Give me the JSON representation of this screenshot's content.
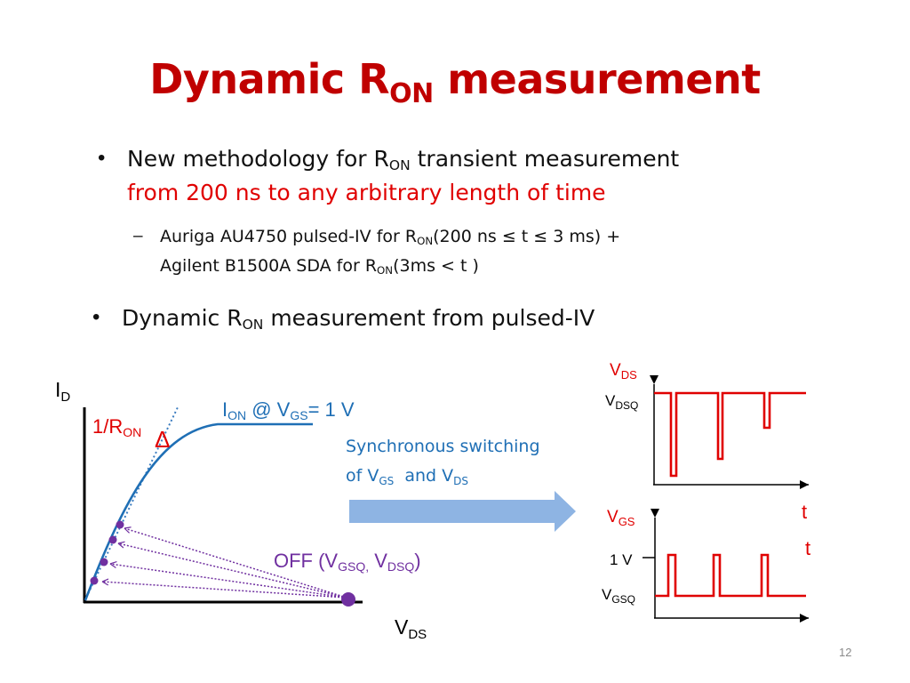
{
  "title": {
    "text": "Dynamic R",
    "sub": "ON",
    "tail": " measurement"
  },
  "bullets": [
    {
      "bullet_char": "•",
      "line1": {
        "pre": "New methodology for R",
        "sub": "ON",
        "post": " transient measurement"
      },
      "line2_red": "from 200 ns to any arbitrary length of time",
      "sub_bullets": [
        {
          "dash_char": "–",
          "line1": {
            "pre": "Auriga AU4750 pulsed-IV for R",
            "sub": "ON",
            "post": "(200 ns ≤ t ≤ 3 ms) +"
          },
          "line2": {
            "pre": "Agilent B1500A SDA for R",
            "sub": "ON",
            "post": "(3ms < t )"
          }
        }
      ]
    },
    {
      "bullet_char": "•",
      "line1": {
        "pre": "Dynamic R",
        "sub": "ON",
        "post": " measurement from pulsed-IV"
      }
    }
  ],
  "iv_plot": {
    "y_axis": {
      "main": "I",
      "sub": "D"
    },
    "x_axis": {
      "main": "V",
      "sub": "DS"
    },
    "curve_label": {
      "i": "I",
      "i_sub": "ON",
      "mid": " @ V",
      "v_sub": "GS",
      "tail": "= 1 V"
    },
    "slope_label": {
      "pre": "1/R",
      "sub": "ON"
    },
    "delta_symbol": "Δ",
    "off_label": {
      "pre": "OFF (V",
      "sub1": "GSQ,",
      "mid": " V",
      "sub2": "DSQ",
      "tail": ")"
    },
    "colors": {
      "curve": "#1f6fb5",
      "slope_line": "#3c7dc0",
      "points": "#7030a0",
      "off_text": "#7030a0",
      "label_red": "#e00000",
      "label_blue": "#1f6fb5"
    }
  },
  "arrow_label": {
    "line1": "Synchronous switching",
    "line2_pre": "of V",
    "line2_sub1": "GS",
    "line2_mid": "  and V",
    "line2_sub2": "DS"
  },
  "arrow_color": "#8eb4e3",
  "vds_plot": {
    "label": {
      "main": "V",
      "sub": "DS"
    },
    "level_label": {
      "main": "V",
      "sub": "DSQ"
    },
    "t_label": "t"
  },
  "vgs_plot": {
    "label": {
      "main": "V",
      "sub": "GS"
    },
    "level_high": "1 V",
    "level_low": {
      "main": "V",
      "sub": "GSQ"
    },
    "t_label": "t"
  },
  "waveform_color": "#e00000",
  "slide_number": "12"
}
